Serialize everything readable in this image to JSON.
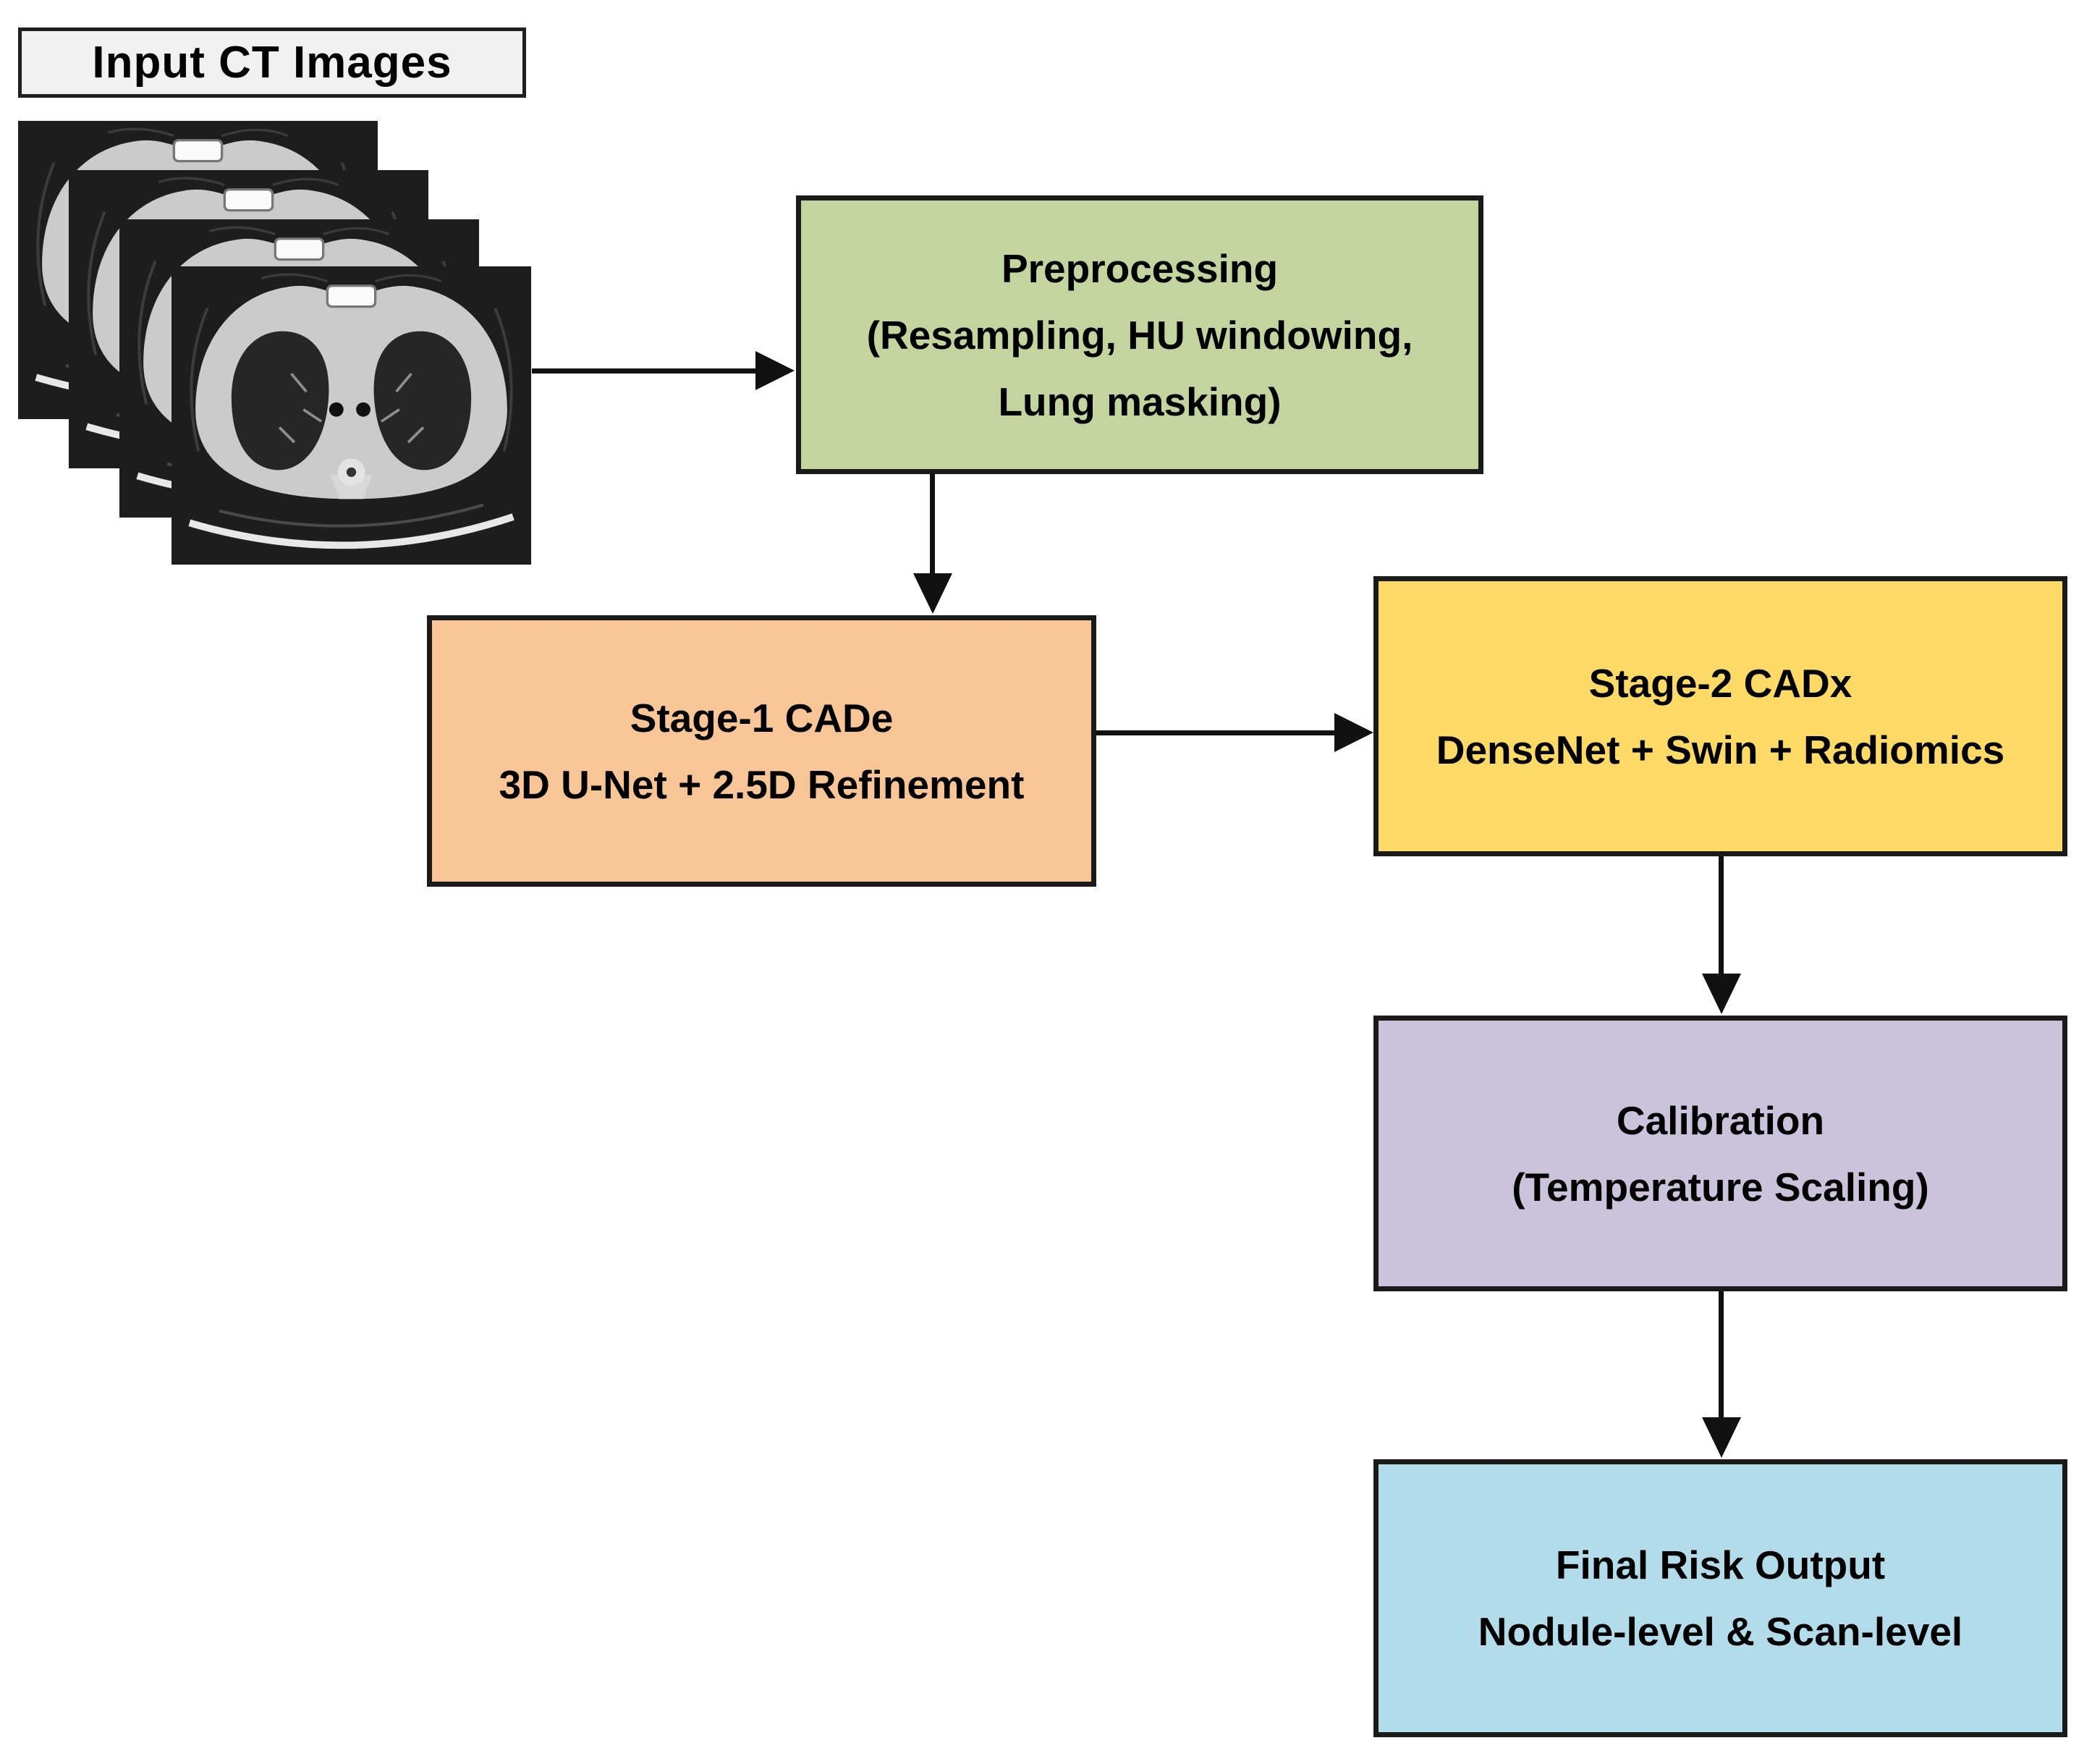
{
  "input_label": {
    "text": "Input CT Images"
  },
  "boxes": {
    "preprocessing": {
      "line1": "Preprocessing",
      "line2": "(Resampling, HU windowing,",
      "line3": "Lung masking)",
      "fill": "#c3d49e"
    },
    "stage1_cade": {
      "line1": "Stage-1 CADe",
      "line2": "3D U-Net + 2.5D Refinement",
      "fill": "#f8c597"
    },
    "stage2_cadx": {
      "line1": "Stage-2 CADx",
      "line2": "DenseNet + Swin + Radiomics",
      "fill": "#fdd966"
    },
    "calibration": {
      "line1": "Calibration",
      "line2": "(Temperature Scaling)",
      "fill": "#cbc3dc"
    },
    "final_output": {
      "line1": "Final Risk Output",
      "line2": "Nodule-level & Scan-level",
      "fill": "#b3dcea"
    }
  },
  "ct_stack": {
    "slice_count": 4,
    "icon": "axial-chest-ct-slice"
  },
  "edges": [
    {
      "from": "ct-stack",
      "to": "preprocessing"
    },
    {
      "from": "preprocessing",
      "to": "stage1-cade"
    },
    {
      "from": "stage1-cade",
      "to": "stage2-cadx"
    },
    {
      "from": "stage2-cadx",
      "to": "calibration"
    },
    {
      "from": "calibration",
      "to": "final-risk-output"
    }
  ],
  "colors": {
    "background": "#ffffff",
    "box_border": "#1a1a1a",
    "arrow": "#111111",
    "label_fill": "#f1f1f1",
    "preprocessing_fill": "#c3d49e",
    "stage1_fill": "#f8c597",
    "stage2_fill": "#fdd966",
    "calibration_fill": "#cbc3dc",
    "final_fill": "#b3dcea"
  }
}
